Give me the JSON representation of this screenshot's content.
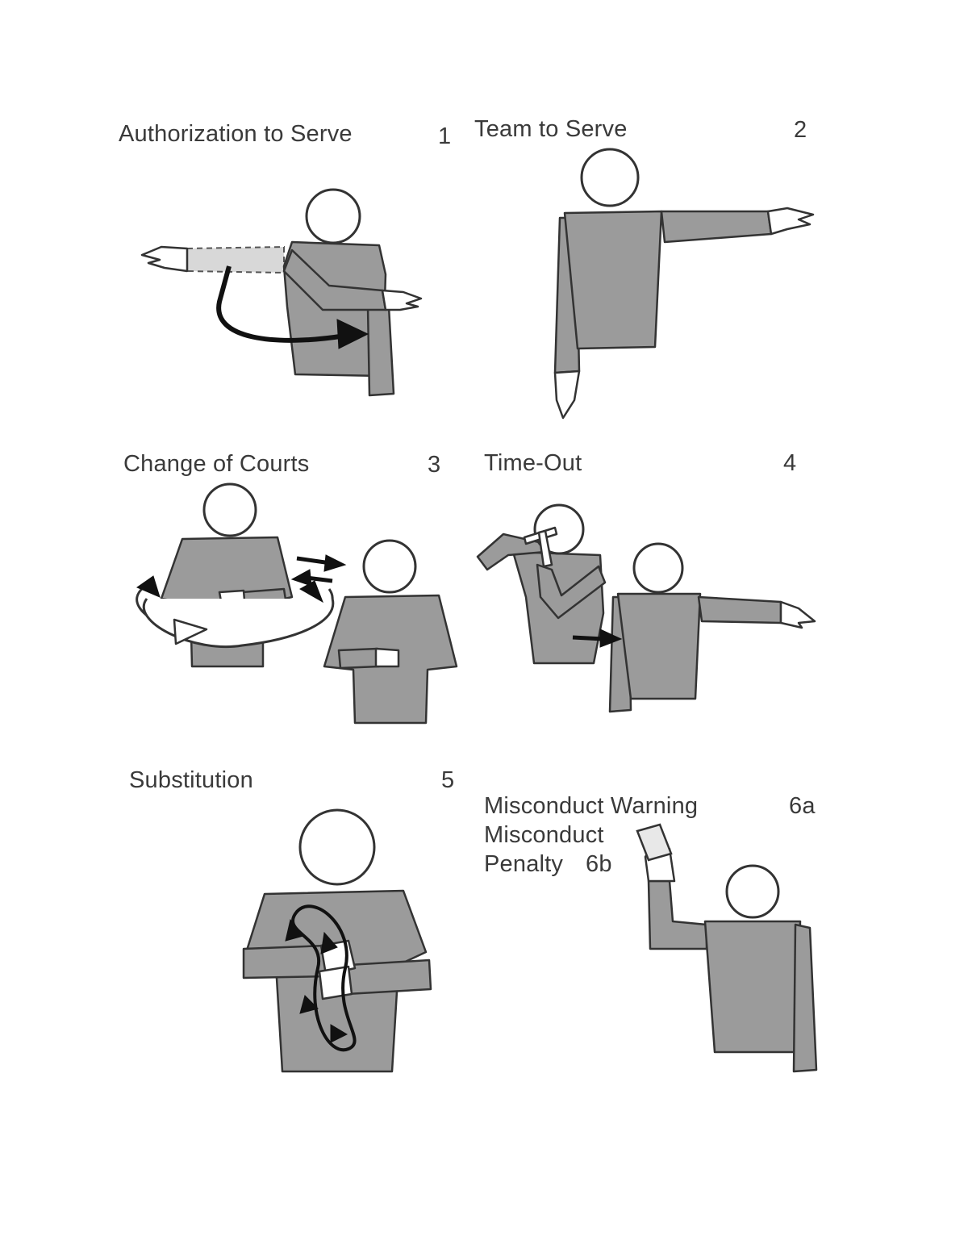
{
  "signals": [
    {
      "title": "Authorization to Serve",
      "number": "1"
    },
    {
      "title": "Team to Serve",
      "number": "2"
    },
    {
      "title": "Change of Courts",
      "number": "3"
    },
    {
      "title": "Time-Out",
      "number": "4"
    },
    {
      "title": "Substitution",
      "number": "5"
    },
    {
      "title_line1": "Misconduct Warning",
      "number": "6a",
      "title_line2": "Misconduct",
      "title_line3": "Penalty",
      "number_b": "6b"
    }
  ],
  "colors": {
    "shirt": "#9b9b9b",
    "outline": "#333333",
    "arrow": "#111111",
    "head": "#ffffff"
  }
}
